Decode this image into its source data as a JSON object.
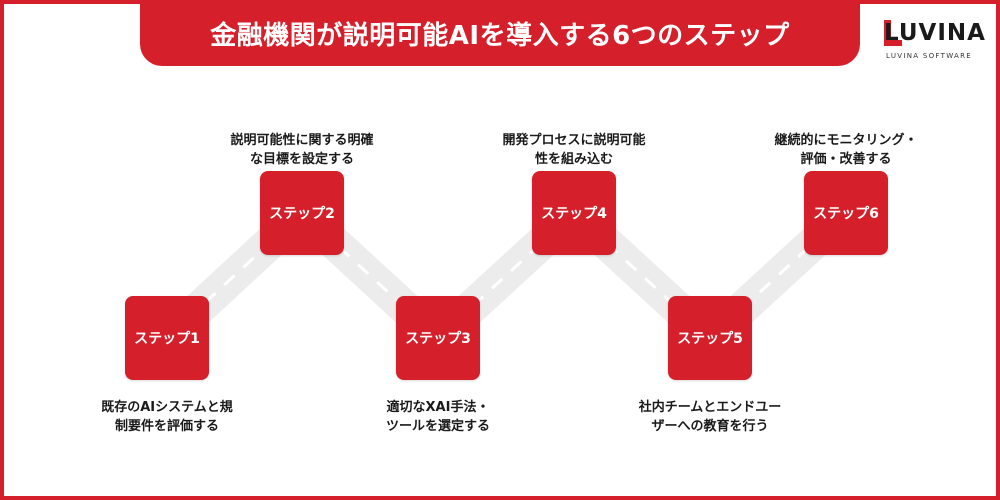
{
  "title": "金融機関が説明可能AIを導入する6つのステップ",
  "logo": {
    "wordmark": "LUVINA",
    "subtitle": "LUVINA SOFTWARE"
  },
  "steps": [
    {
      "label": "ステップ1",
      "desc_line1": "既存のAIシステムと規",
      "desc_line2": "制要件を評価する"
    },
    {
      "label": "ステップ2",
      "desc_line1": "説明可能性に関する明確",
      "desc_line2": "な目標を設定する"
    },
    {
      "label": "ステップ3",
      "desc_line1": "適切なXAI手法・",
      "desc_line2": "ツールを選定する"
    },
    {
      "label": "ステップ4",
      "desc_line1": "開発プロセスに説明可能",
      "desc_line2": "性を組み込む"
    },
    {
      "label": "ステップ5",
      "desc_line1": "社内チームとエンドユー",
      "desc_line2": "ザーへの教育を行う"
    },
    {
      "label": "ステップ6",
      "desc_line1": "継続的にモニタリング・",
      "desc_line2": "評価・改善する"
    }
  ],
  "colors": {
    "accent": "#d5202b",
    "road": "#ececec",
    "road_dash": "#ffffff"
  }
}
